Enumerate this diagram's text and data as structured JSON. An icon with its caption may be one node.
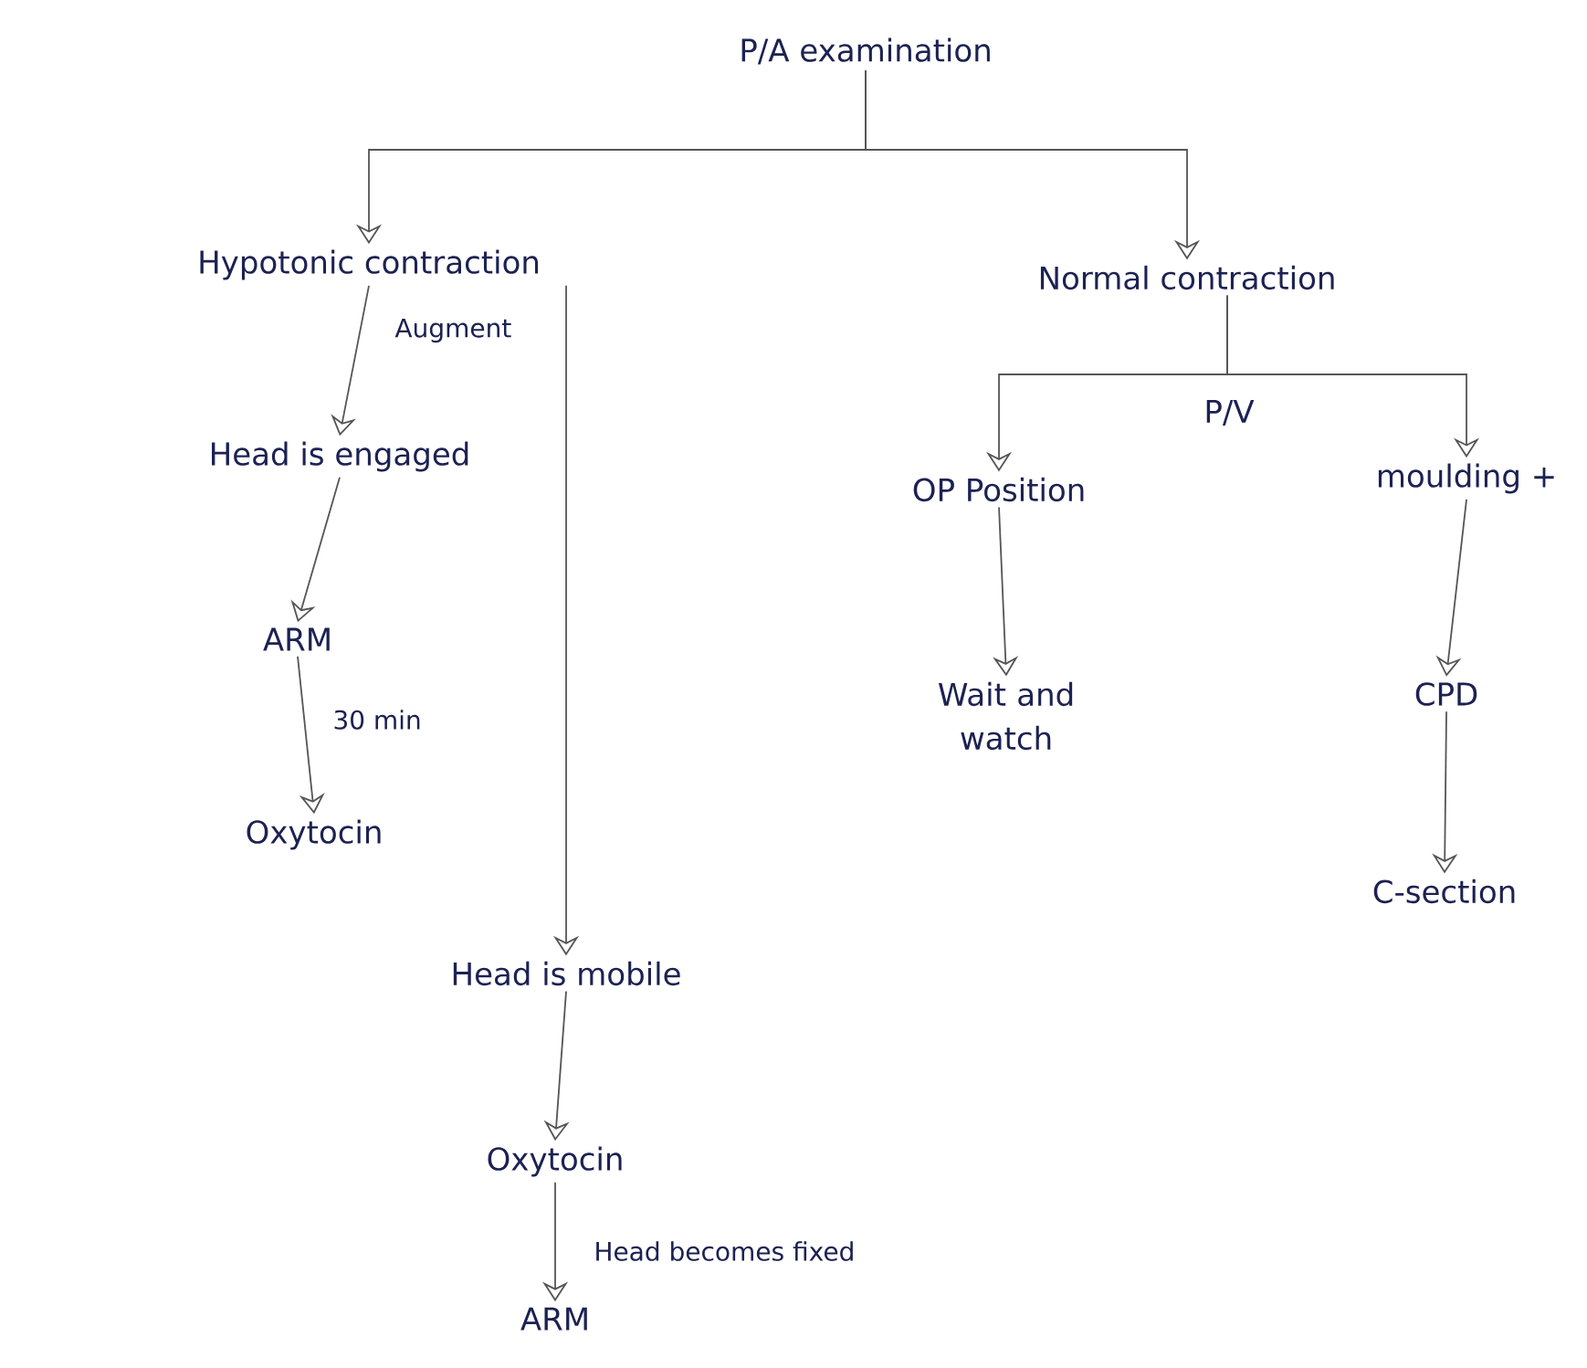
{
  "diagram": {
    "nodes": [
      {
        "text": [
          "P/A examination"
        ]
      },
      {
        "text": [
          "Hypotonic contraction"
        ]
      },
      {
        "text": [
          "Normal contraction"
        ]
      },
      {
        "text": [
          "Head is engaged"
        ]
      },
      {
        "text": [
          "ARM"
        ]
      },
      {
        "text": [
          "Oxytocin"
        ]
      },
      {
        "text": [
          "Head is mobile"
        ]
      },
      {
        "text": [
          "Oxytocin"
        ]
      },
      {
        "text": [
          "ARM"
        ]
      },
      {
        "text": [
          "OP Position"
        ]
      },
      {
        "text": [
          "moulding +"
        ]
      },
      {
        "text": [
          "Wait and watch"
        ]
      },
      {
        "text": [
          "CPD"
        ]
      },
      {
        "text": [
          "C-section"
        ]
      }
    ],
    "edges": [
      {
        "from": 0,
        "to": 1,
        "arrow": "to"
      },
      {
        "from": 0,
        "to": 2,
        "arrow": "to"
      },
      {
        "from": 1,
        "to": 3,
        "arrow": "to",
        "label": "Augment"
      },
      {
        "from": 3,
        "to": 4,
        "arrow": "to"
      },
      {
        "from": 4,
        "to": 5,
        "arrow": "to",
        "label": "30 min"
      },
      {
        "from": 1,
        "to": 6,
        "arrow": "to"
      },
      {
        "from": 6,
        "to": 7,
        "arrow": "to"
      },
      {
        "from": 7,
        "to": 8,
        "arrow": "to",
        "label": "Head becomes fixed"
      },
      {
        "from": 2,
        "to": 9,
        "arrow": "to"
      },
      {
        "from": 2,
        "to": 10,
        "arrow": "to"
      },
      {
        "from": 9,
        "to": 11,
        "arrow": "to"
      },
      {
        "from": 10,
        "to": 12,
        "arrow": "to"
      },
      {
        "from": 12,
        "to": 13,
        "arrow": "to"
      }
    ],
    "labels": [
      "P/V"
    ]
  }
}
